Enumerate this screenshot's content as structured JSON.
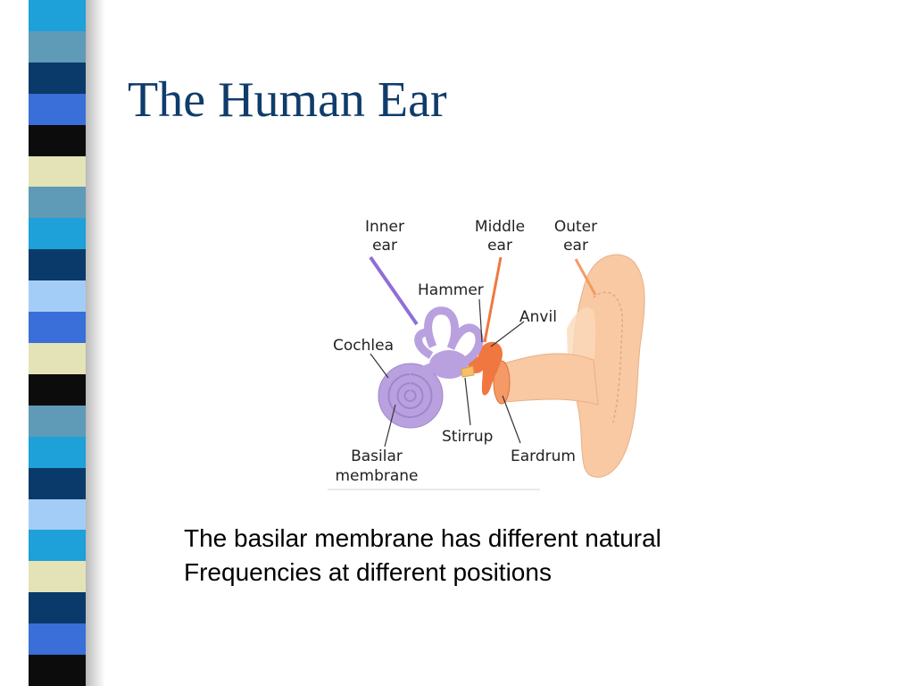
{
  "slide": {
    "title": "The Human Ear",
    "caption_line1": "The basilar membrane has different natural",
    "caption_line2": "Frequencies at different positions"
  },
  "diagram": {
    "labels": {
      "inner_ear_1": "Inner",
      "inner_ear_2": "ear",
      "middle_ear_1": "Middle",
      "middle_ear_2": "ear",
      "outer_ear_1": "Outer",
      "outer_ear_2": "ear",
      "hammer": "Hammer",
      "anvil": "Anvil",
      "cochlea": "Cochlea",
      "stirrup": "Stirrup",
      "eardrum": "Eardrum",
      "basilar_1": "Basilar",
      "basilar_2": "membrane"
    }
  },
  "colors": {
    "title": "#0f3c6b",
    "inner_ear": "#b9a1e0",
    "middle_ear": "#f07840",
    "outer_ear": "#f8c9a2",
    "stripes": [
      "#1ea0d8",
      "#5f9ab6",
      "#0a3a6a",
      "#3a6ed8",
      "#0c0c0c",
      "#e3e3b7",
      "#5f9ab6",
      "#1ea0d8",
      "#0a3a6a",
      "#a3cdf7",
      "#3a6ed8",
      "#e3e3b7",
      "#0c0c0c",
      "#5f9ab6",
      "#1ea0d8",
      "#0a3a6a",
      "#a3cdf7",
      "#1ea0d8",
      "#e3e3b7",
      "#0a3a6a",
      "#3a6ed8",
      "#0c0c0c"
    ]
  }
}
